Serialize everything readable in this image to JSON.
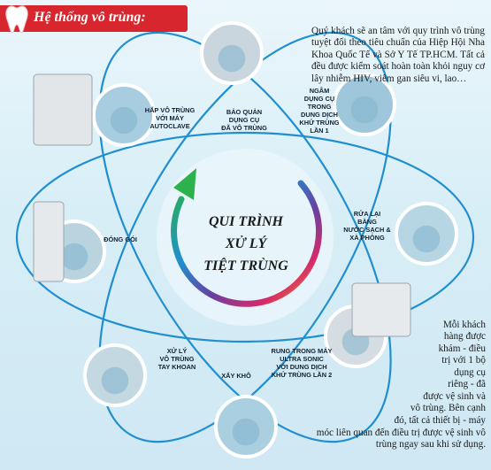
{
  "header": {
    "title": "Hệ thống vô trùng:"
  },
  "intro": "Quý khách sẽ an tâm với quy trình vô trùng tuyệt đối theo tiêu chuẩn của Hiệp Hội Nha Khoa Quốc Tế và Sở Y Tế TP.HCM. Tất cả đều được kiểm soát hoàn toàn khỏi nguy cơ lây nhiễm HIV, viêm gan siêu vi, lao…",
  "center_title": [
    "QUI TRÌNH",
    "XỬ LÝ",
    "TIỆT TRÙNG"
  ],
  "steps": [
    {
      "id": "bao-quan",
      "label": "BẢO QUẢN\nDỤNG CỤ\nĐÃ VÔ TRÙNG"
    },
    {
      "id": "ngam",
      "label": "NGÂM\nDỤNG CỤ\nTRONG\nDUNG DỊCH\nKHỬ TRÙNG\nLẦN 1"
    },
    {
      "id": "rua",
      "label": "RỬA LẠI\nBẰNG\nNƯỚC SẠCH &\nXÀ PHÒNG"
    },
    {
      "id": "rung",
      "label": "RUNG TRONG MÁY\nULTRA SONIC\nVỚI DUNG DỊCH\nKHỬ TRÙNG LẦN 2"
    },
    {
      "id": "say",
      "label": "XẤY KHÔ"
    },
    {
      "id": "xu-ly",
      "label": "XỬ LÝ\nVÔ TRÙNG\nTAY KHOAN"
    },
    {
      "id": "dong-goi",
      "label": "ĐÓNG GÓI"
    },
    {
      "id": "hap",
      "label": "HẤP VÔ TRÙNG\nVỚI MÁY\nAUTOCLAVE"
    }
  ],
  "note_lines": [
    "Mỗi khách",
    "hàng được",
    "khám - điều",
    "trị với 1 bộ",
    "dụng cụ",
    "riêng - đã",
    "được vệ sinh và",
    "vô trùng. Bên cạnh",
    "đó, tất cả thiết bị - máy",
    "móc liên quan đến điều trị được vệ sinh vô",
    "trùng ngay sau khi sử dụng."
  ],
  "colors": {
    "header_red": "#d7262e",
    "orbit_blue": "#1f8fd0",
    "photo_ring": "#ffffff"
  }
}
